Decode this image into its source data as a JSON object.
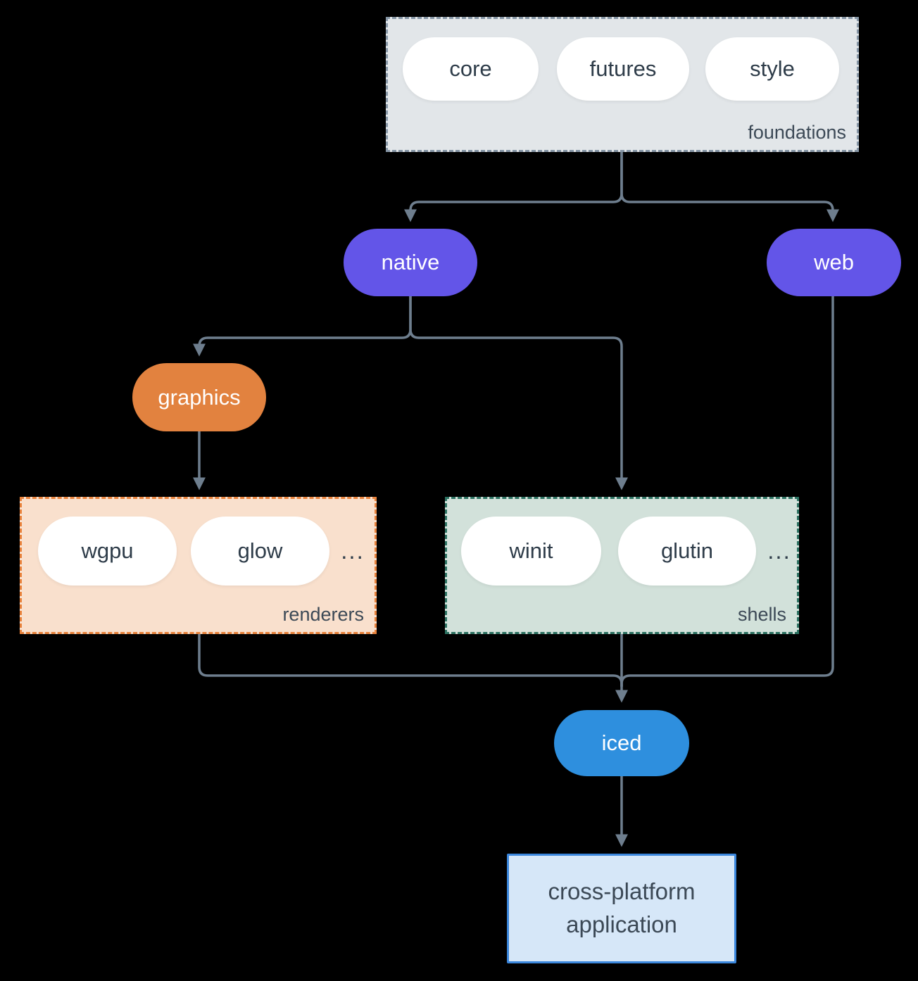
{
  "colors": {
    "background": "#000000",
    "arrow": "#6e7e8e",
    "dark_text": "#2e3c49",
    "foundations_bg": "#e2e6e9",
    "foundations_border": "#8696a6",
    "renderers_bg": "#f9e0cd",
    "renderers_border": "#e8823c",
    "shells_bg": "#d2e1da",
    "shells_border": "#2c7262",
    "purple_node": "#6355e8",
    "orange_node": "#e2823f",
    "blue_node": "#2e8fde",
    "app_bg": "#d6e7f8",
    "app_border": "#3a86dc"
  },
  "groups": {
    "foundations": {
      "label": "foundations",
      "pills": [
        "core",
        "futures",
        "style"
      ]
    },
    "renderers": {
      "label": "renderers",
      "pills": [
        "wgpu",
        "glow"
      ],
      "ellipsis": "..."
    },
    "shells": {
      "label": "shells",
      "pills": [
        "winit",
        "glutin"
      ],
      "ellipsis": "..."
    }
  },
  "nodes": {
    "native": "native",
    "web": "web",
    "graphics": "graphics",
    "iced": "iced",
    "application": "cross-platform application"
  }
}
